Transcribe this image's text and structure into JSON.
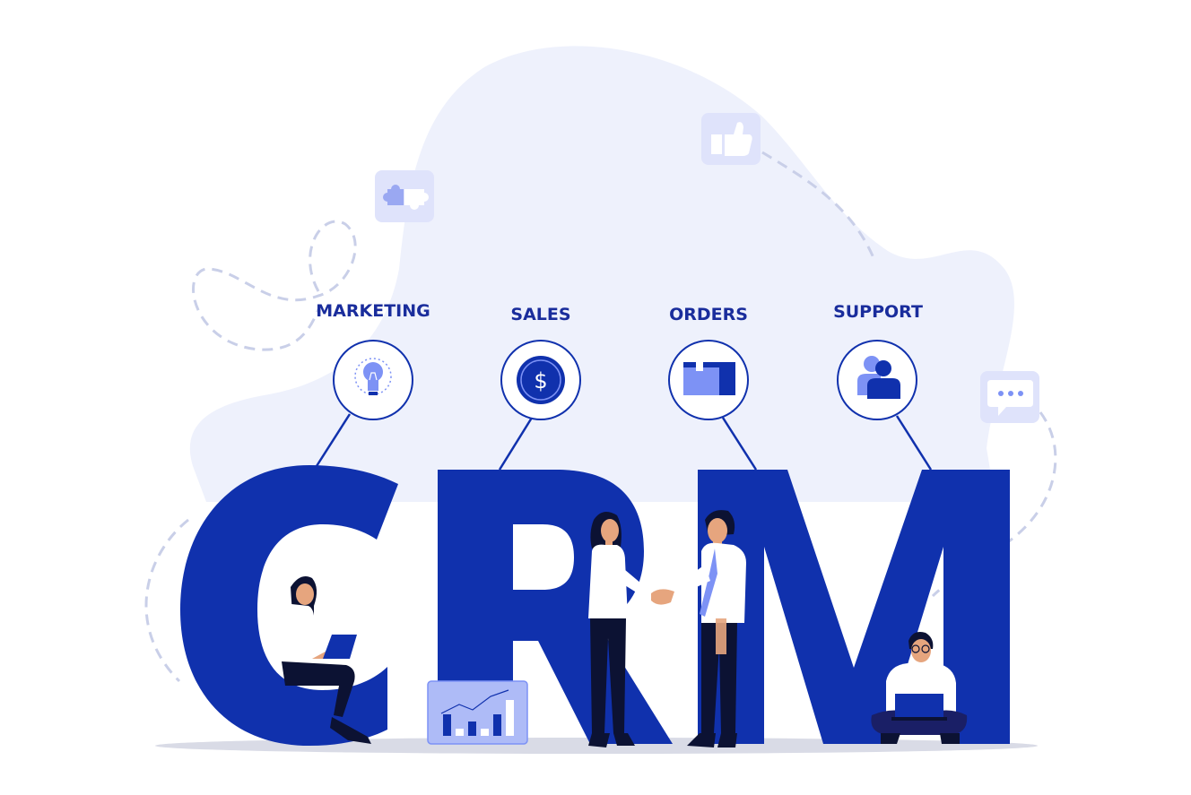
{
  "colors": {
    "brand_blue": "#1031ad",
    "dark_navy": "#0c1233",
    "light_blob": "#eef1fc",
    "icon_tile": "#dfe3fb",
    "accent_light_blue": "#7d92f5",
    "skin": "#e6a57e",
    "shadow": "#d9dbe6"
  },
  "title_letters": [
    "C",
    "R",
    "M"
  ],
  "categories": [
    {
      "label": "MARKETING",
      "icon": "lightbulb-icon"
    },
    {
      "label": "SALES",
      "icon": "dollar-coin-icon"
    },
    {
      "label": "ORDERS",
      "icon": "box-icon"
    },
    {
      "label": "SUPPORT",
      "icon": "users-icon"
    }
  ],
  "floating_icons": [
    "puzzle-icon",
    "thumbs-up-icon",
    "chat-bubble-icon"
  ],
  "mini_chart": {
    "type": "bar",
    "values": [
      3,
      1,
      2,
      1,
      3,
      5
    ]
  }
}
